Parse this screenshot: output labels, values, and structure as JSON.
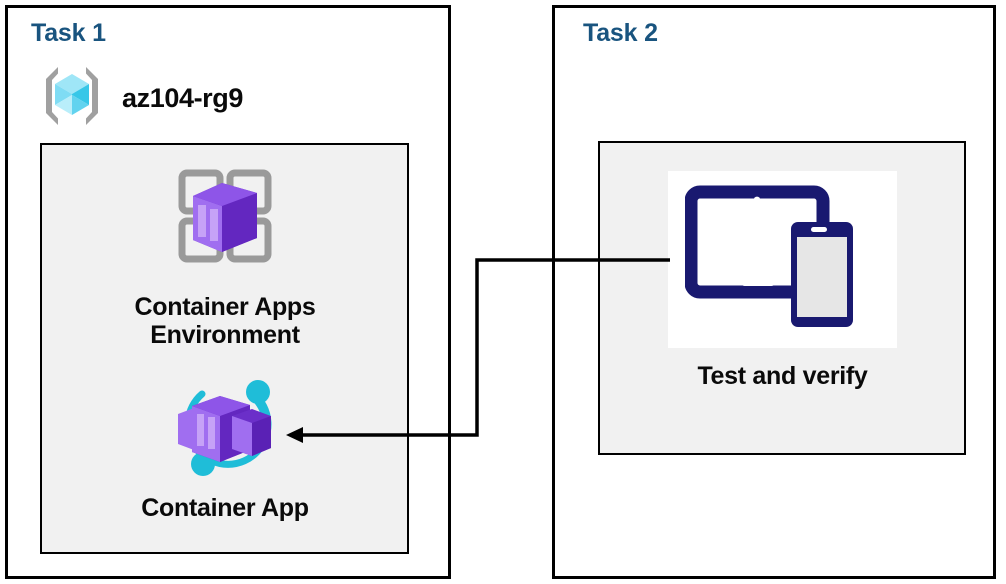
{
  "diagram": {
    "title_colors": {
      "heading_blue": "#19547f",
      "panel_bg": "#ffffff",
      "inner_bg": "#f1f1f1",
      "border": "#000000"
    },
    "panels": [
      {
        "id": "task1",
        "heading": "Task 1",
        "resource_group": {
          "label": "az104-rg9",
          "icon": "azure-resource-group-icon"
        },
        "resources": [
          {
            "label": "Container Apps\nEnvironment",
            "icon": "container-apps-environment-icon"
          },
          {
            "label": "Container App",
            "icon": "container-app-icon"
          }
        ]
      },
      {
        "id": "task2",
        "heading": "Task 2",
        "resources": [
          {
            "label": "Test and verify",
            "icon": "devices-tablet-phone-icon"
          }
        ]
      }
    ],
    "connector": {
      "name": "test-to-container-app-arrow",
      "from": "Test and verify",
      "to": "Container App",
      "arrowhead": "left",
      "color": "#000000"
    }
  }
}
